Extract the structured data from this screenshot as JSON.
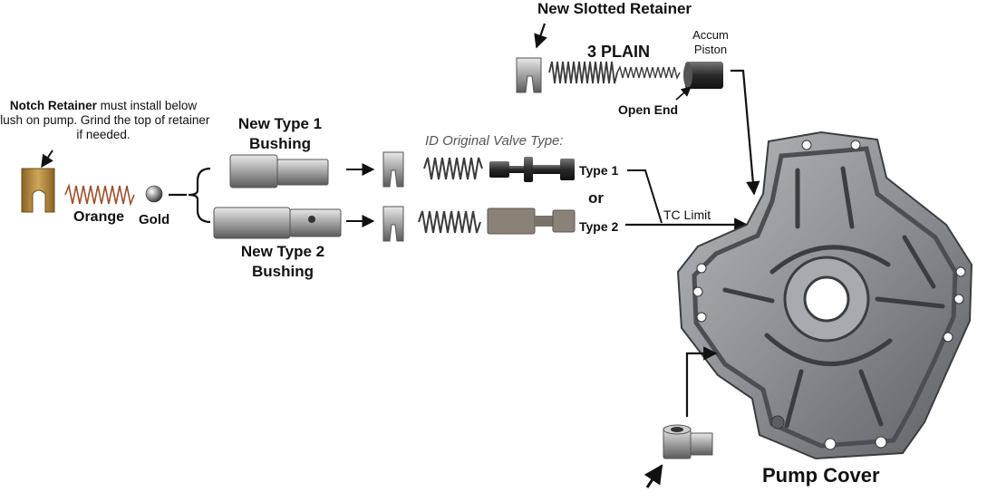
{
  "labels": {
    "notch_retainer_bold": "Notch Retainer",
    "notch_retainer_text": " must install below flush on pump. Grind the top of retainer if needed.",
    "new_type1_bushing": "New Type 1 Bushing",
    "new_type2_bushing": "New Type 2 Bushing",
    "new_slotted_retainer": "New Slotted Retainer",
    "three_plain": "3 PLAIN",
    "accum_piston": "Accum Piston",
    "open_end": "Open End",
    "id_original_valve_type": "ID Original Valve Type:",
    "type1": "Type 1",
    "or": "or",
    "type2": "Type 2",
    "tc_limit": "TC Limit",
    "orange": "Orange",
    "gold": "Gold",
    "pump_cover": "Pump Cover"
  },
  "colors": {
    "retainer_brass": "#b98a3c",
    "spring_orange": "#a0522d",
    "steel": "#9a9a9a",
    "arrow": "#111111",
    "pump_metal": "#8f9397"
  },
  "icons": [
    "notch-retainer",
    "orange-spring",
    "gold-ball",
    "type1-bushing",
    "type2-bushing",
    "slotted-retainer",
    "valve-spring",
    "type1-valve",
    "type2-valve",
    "accum-piston",
    "pump-cover",
    "plug-bolt"
  ]
}
